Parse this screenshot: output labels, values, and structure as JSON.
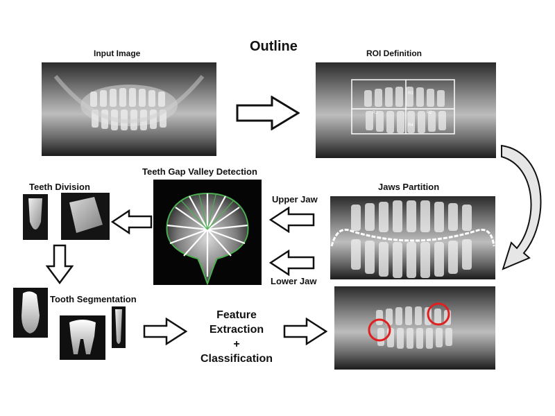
{
  "title": "Outline",
  "labels": {
    "input_image": "Input Image",
    "roi_definition": "ROI Definition",
    "teeth_gap_valley_detection": "Teeth Gap Valley Detection",
    "teeth_division": "Teeth Division",
    "jaws_partition": "Jaws Partition",
    "upper_jaw": "Upper Jaw",
    "lower_jaw": "Lower Jaw",
    "tooth_segmentation": "Tooth Segmentation",
    "feature_extraction_line1": "Feature",
    "feature_extraction_line2": "Extraction",
    "feature_extraction_plus": "+",
    "feature_extraction_line3": "Classification"
  },
  "roi_regions": [
    "R3",
    "R1",
    "R2",
    "R4"
  ],
  "colors": {
    "highlight_circle": "#e02020",
    "gap_lines": "#4caf50",
    "arrow_fill": "#ffffff",
    "arrow_stroke": "#111111",
    "roi_box": "#ffffff"
  }
}
